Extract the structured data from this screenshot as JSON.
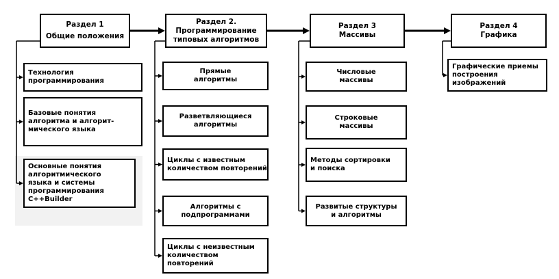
{
  "sections": [
    {
      "id": "s1",
      "title": [
        "Раздел 1",
        "Общие положения"
      ],
      "items": [
        {
          "id": "s1i1",
          "lines": [
            "Технология",
            "программирования"
          ]
        },
        {
          "id": "s1i2",
          "lines": [
            "Базовые понятия",
            "алгоритма  и алгорит-",
            "мического языка"
          ]
        },
        {
          "id": "s1i3",
          "lines": [
            "Основные понятия",
            "алгоритмического",
            "языка и системы",
            "программирования",
            "C++Builder"
          ]
        }
      ]
    },
    {
      "id": "s2",
      "title": [
        "Раздел 2.",
        "Программирование",
        "типовых  алгоритмов"
      ],
      "items": [
        {
          "id": "s2i1",
          "lines": [
            "Прямые",
            "алгоритмы"
          ]
        },
        {
          "id": "s2i2",
          "lines": [
            "Разветвляющиеся",
            "алгоритмы"
          ]
        },
        {
          "id": "s2i3",
          "lines": [
            "Циклы с известным",
            "количеством повторений"
          ]
        },
        {
          "id": "s2i4",
          "lines": [
            "Алгоритмы с",
            "подпрограммами"
          ]
        },
        {
          "id": "s2i5",
          "lines": [
            "Циклы с неизвестным",
            "количеством",
            "повторений"
          ]
        }
      ]
    },
    {
      "id": "s3",
      "title": [
        "Раздел 3",
        "Массивы"
      ],
      "items": [
        {
          "id": "s3i1",
          "lines": [
            "Числовые",
            "массивы"
          ]
        },
        {
          "id": "s3i2",
          "lines": [
            "Строковые",
            "массивы"
          ]
        },
        {
          "id": "s3i3",
          "lines": [
            "Методы сортировки",
            "и поиска"
          ]
        },
        {
          "id": "s3i4",
          "lines": [
            "Развитые структуры",
            "и алгоритмы"
          ]
        }
      ]
    },
    {
      "id": "s4",
      "title": [
        "Раздел 4",
        "Графика"
      ],
      "items": [
        {
          "id": "s4i1",
          "lines": [
            "Графические приемы",
            "построения",
            "изображений"
          ]
        }
      ]
    }
  ],
  "colors": {
    "line": "#000000",
    "box_border": "#000000",
    "background": "#ffffff"
  }
}
